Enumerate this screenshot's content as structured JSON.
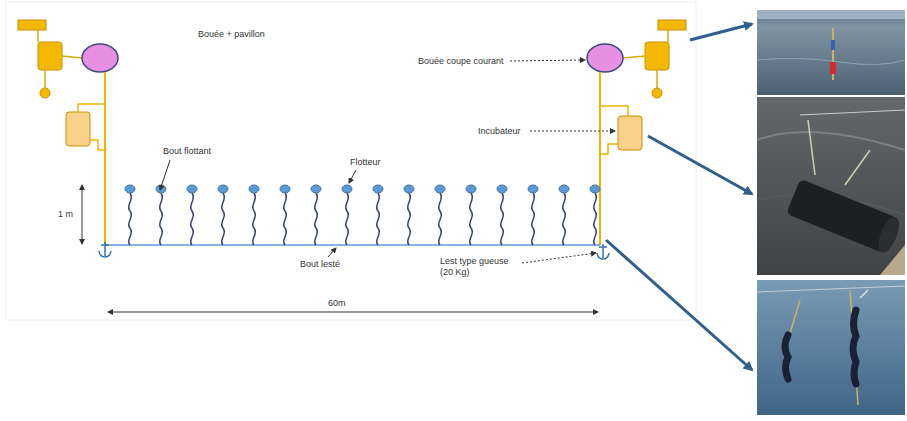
{
  "diagram": {
    "labels": [
      "Bouée + pavillon",
      "Bouée coupe courant",
      "Incubateur",
      "Bout flottant",
      "Flotteur",
      "1 m",
      "Bout lesté",
      "Lest type gueuse (20 Kg)",
      "60m"
    ]
  }
}
